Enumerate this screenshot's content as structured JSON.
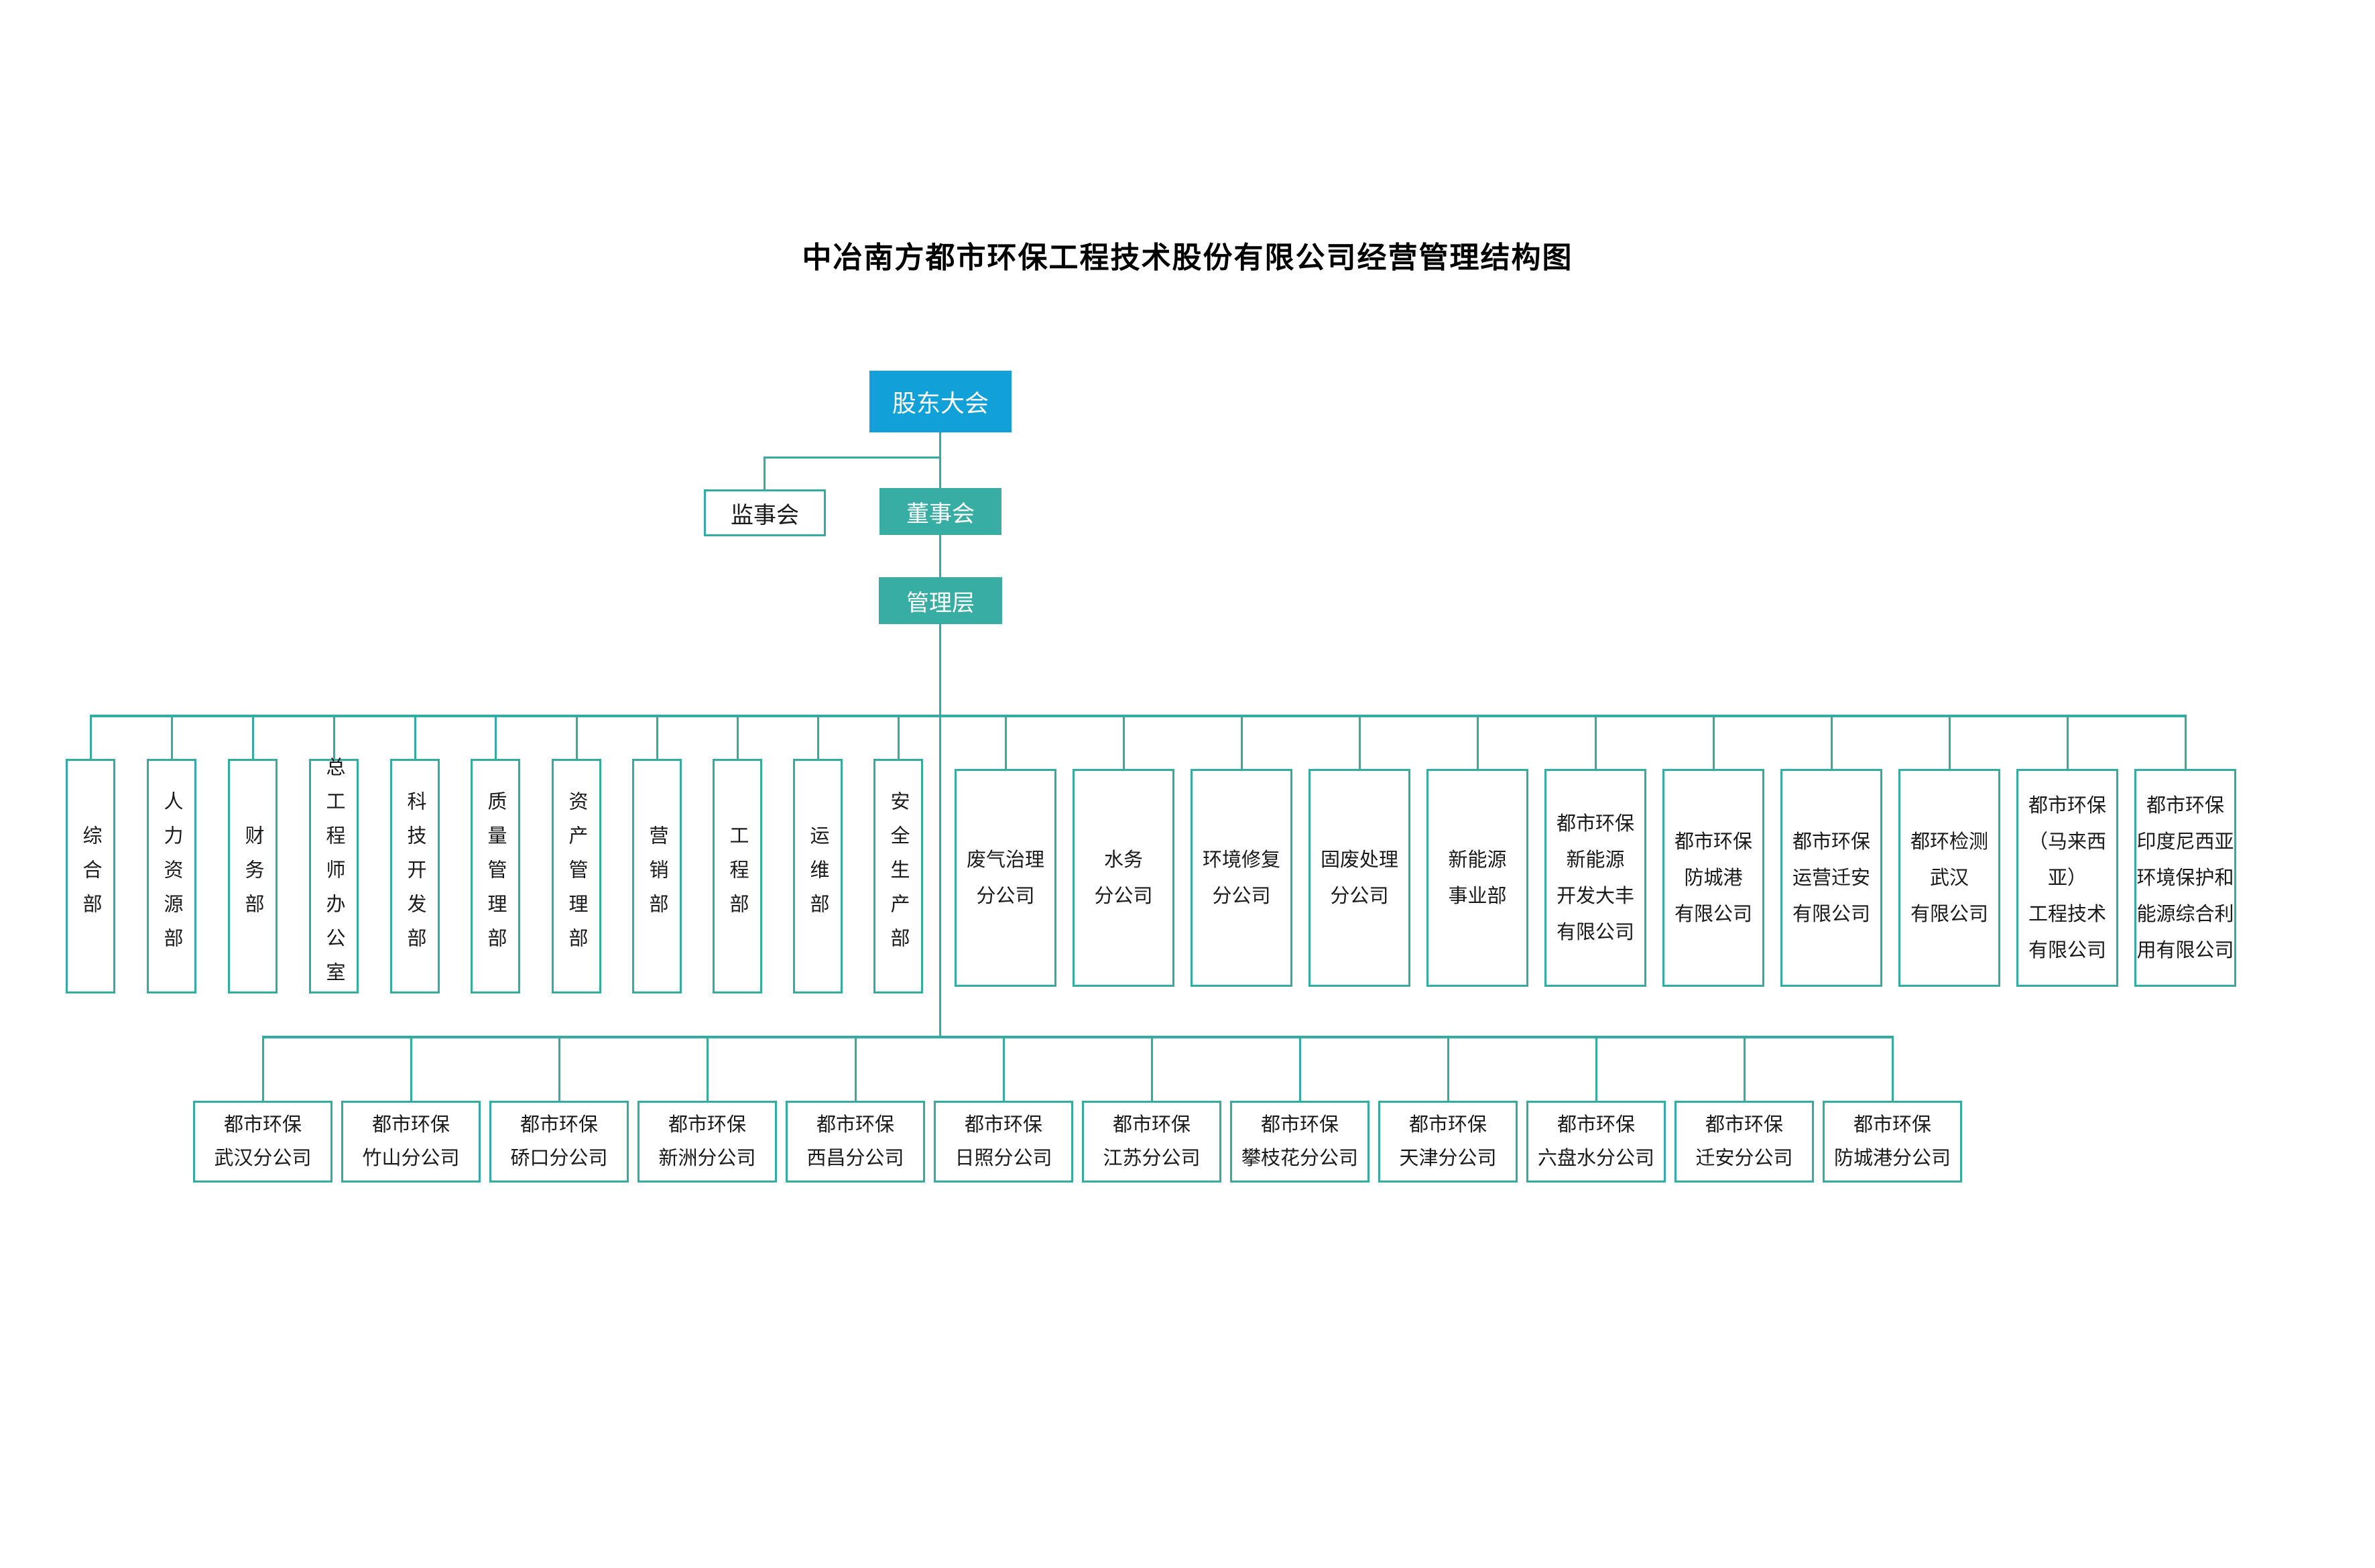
{
  "title": "中冶南方都市环保工程技术股份有限公司经营管理结构图",
  "colors": {
    "top_node_blue": "#12A0D8",
    "node_teal": "#38ADA3",
    "connector_line": "#35ACA2",
    "box_border": "#35ACA2",
    "text_dark": "#1a1a1a",
    "text_light": "#ffffff"
  },
  "top_nodes": {
    "shareholders": "股东大会",
    "supervisory": "监事会",
    "board": "董事会",
    "management": "管理层"
  },
  "departments": [
    {
      "label": "综合部"
    },
    {
      "label": "人力资源部"
    },
    {
      "label": "财务部"
    },
    {
      "label": "总工程师办公室"
    },
    {
      "label": "科技开发部"
    },
    {
      "label": "质量管理部"
    },
    {
      "label": "资产管理部"
    },
    {
      "label": "营销部"
    },
    {
      "label": "工程部"
    },
    {
      "label": "运维部"
    },
    {
      "label": "安全生产部"
    }
  ],
  "divisions": [
    {
      "label": "废气治理\n分公司"
    },
    {
      "label": "水务\n分公司"
    },
    {
      "label": "环境修复\n分公司"
    },
    {
      "label": "固废处理\n分公司"
    },
    {
      "label": "新能源\n事业部"
    },
    {
      "label": "都市环保\n新能源\n开发大丰\n有限公司"
    },
    {
      "label": "都市环保\n防城港\n有限公司"
    },
    {
      "label": "都市环保\n运营迁安\n有限公司"
    },
    {
      "label": "都环检测\n武汉\n有限公司"
    },
    {
      "label": "都市环保\n（马来西亚）\n工程技术\n有限公司"
    },
    {
      "label": "都市环保\n印度尼西亚\n环境保护和\n能源综合利\n用有限公司"
    }
  ],
  "branches": [
    {
      "label": "都市环保\n武汉分公司"
    },
    {
      "label": "都市环保\n竹山分公司"
    },
    {
      "label": "都市环保\n硚口分公司"
    },
    {
      "label": "都市环保\n新洲分公司"
    },
    {
      "label": "都市环保\n西昌分公司"
    },
    {
      "label": "都市环保\n日照分公司"
    },
    {
      "label": "都市环保\n江苏分公司"
    },
    {
      "label": "都市环保\n攀枝花分公司"
    },
    {
      "label": "都市环保\n天津分公司"
    },
    {
      "label": "都市环保\n六盘水分公司"
    },
    {
      "label": "都市环保\n迁安分公司"
    },
    {
      "label": "都市环保\n防城港分公司"
    }
  ]
}
